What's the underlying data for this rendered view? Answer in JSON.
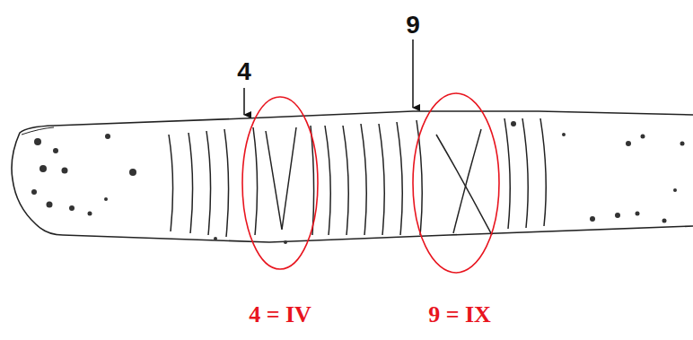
{
  "diagram": {
    "labels": [
      "4",
      "9",
      "4 = IV",
      "9 = IX"
    ]
  }
}
